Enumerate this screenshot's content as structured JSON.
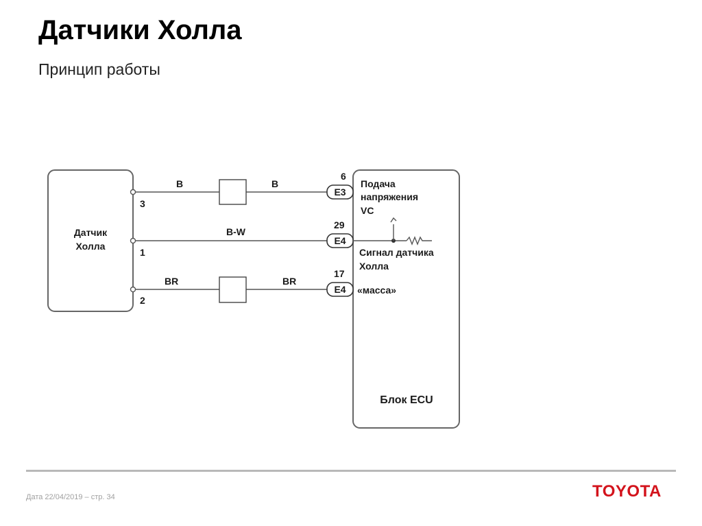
{
  "slide": {
    "title": "Датчики Холла",
    "subtitle": "Принцип работы"
  },
  "diagram": {
    "sensor": {
      "line1": "Датчик",
      "line2": "Холла"
    },
    "sensor_pins": [
      "3",
      "1",
      "2"
    ],
    "wires": [
      {
        "left_color": "B",
        "right_color": "B"
      },
      {
        "center_color": "B-W"
      },
      {
        "left_color": "BR",
        "right_color": "BR"
      }
    ],
    "ecu_pins": [
      "6",
      "29",
      "17"
    ],
    "connectors": [
      "E3",
      "E4",
      "E4"
    ],
    "ecu_labels": {
      "supply_1": "Подача",
      "supply_2": "напряжения",
      "supply_3": "VC",
      "signal_1": "Сигнал датчика",
      "signal_2": "Холла",
      "ground": "«масса»"
    },
    "ecu_title": "Блок ECU"
  },
  "footer": {
    "date_text": "Дата 22/04/2019 – стр.  34",
    "logo": "TOYOTA"
  },
  "colors": {
    "logo": "#d3131c",
    "footer_line": "#b8b8b8"
  }
}
